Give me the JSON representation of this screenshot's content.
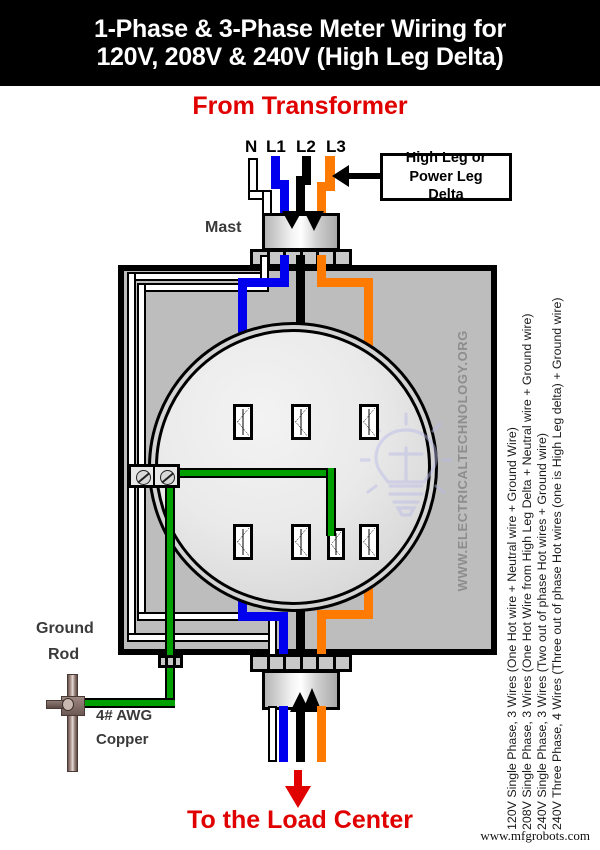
{
  "title": {
    "line1": "1-Phase & 3-Phase Meter Wiring for",
    "line2": "120V, 208V & 240V (High Leg Delta)"
  },
  "headings": {
    "from_transformer": "From Transformer",
    "to_load_center": "To the Load Center"
  },
  "conductor_labels": {
    "neutral": "N",
    "line1": "L1",
    "line2": "L2",
    "line3": "L3"
  },
  "callout": {
    "line1": "High Leg or",
    "line2": "Power Leg Delta"
  },
  "labels": {
    "mast": "Mast",
    "ground_rod_line1": "Ground",
    "ground_rod_line2": "Rod",
    "ground_conductor_line1": "4# AWG",
    "ground_conductor_line2": "Copper"
  },
  "watermark": "WWW.ELECTRICALTECHNOLOGY.ORG",
  "footer": "www.mfgrobots.com",
  "legend": [
    "120V Single Phase, 3 Wires (One Hot wire + Neutral wire + Ground Wire)",
    "208V Single Phase, 3 Wires (One Hot Wire from High Leg Delta + Neutral wire + Ground wire)",
    "240V Single Phase, 3 Wires (Two out of phase Hot wires + Ground wire)",
    "240V Three Phase, 4 Wires (Three out of phase Hot wires (one is High Leg delta) + Ground wire)"
  ],
  "colors": {
    "neutral_white": "#ffffff",
    "line1_blue": "#0000ee",
    "line2_black": "#000000",
    "line3_orange": "#ff7a00",
    "ground_green": "#00a000",
    "accent_red": "#e00000",
    "enclosure_gray": "#bdbdbd",
    "title_bg": "#000000"
  }
}
